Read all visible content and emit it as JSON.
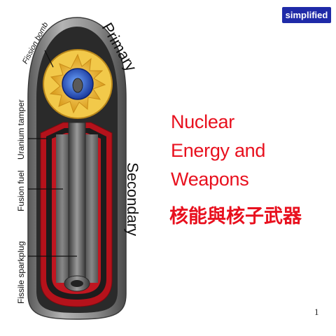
{
  "badge": {
    "label": "simplified",
    "color": "#1f2aa8"
  },
  "title": {
    "lines": [
      "Nuclear",
      "Energy and",
      "Weapons"
    ],
    "cjk": "核能與核子武器",
    "color": "#e8101e"
  },
  "diagram": {
    "primary_label": "Primary",
    "secondary_label": "Secondary",
    "labels": {
      "fission_bomb": "Fission bomb",
      "uranium_tamper": "Uranium tamper",
      "fusion_fuel": "Fusion fuel",
      "fissile_sparkplug": "Fissile sparkplug"
    },
    "colors": {
      "casing": "#8c8c8c",
      "casing_dark": "#4a4a4a",
      "inner": "#2d2d2d",
      "red": "#b5121b",
      "gold": "#e8b530",
      "blue": "#2046b8"
    }
  },
  "page_number": "1"
}
